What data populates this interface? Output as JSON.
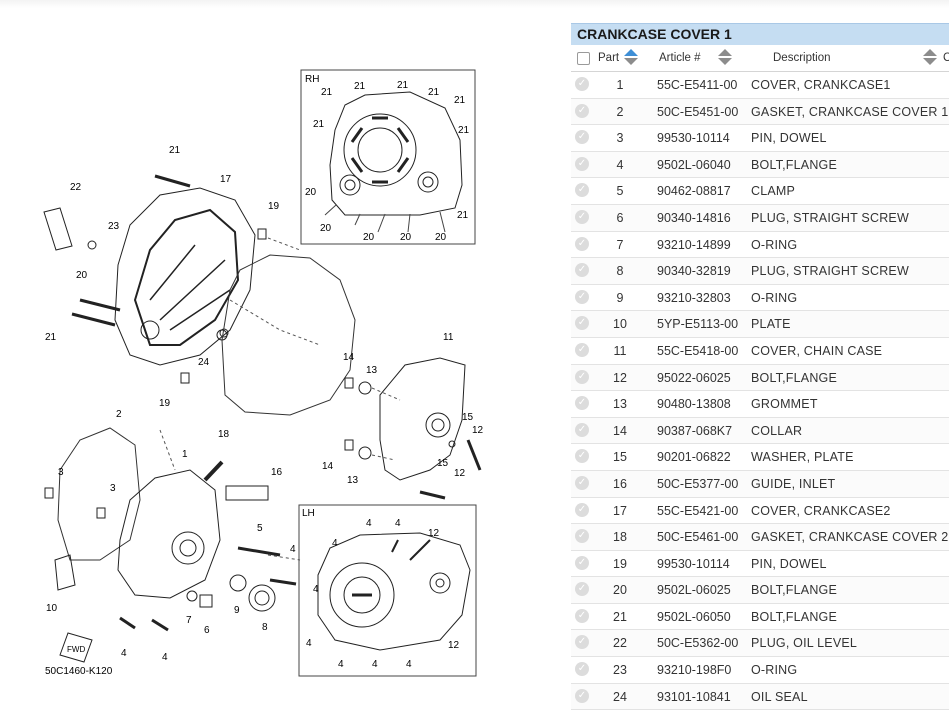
{
  "diagram": {
    "code": "50C1460-K120",
    "rh_label": "RH",
    "lh_label": "LH",
    "fwd_label": "FWD",
    "callouts": {
      "c1": "1",
      "c2": "2",
      "c3a": "3",
      "c3b": "3",
      "c4a": "4",
      "c4b": "4",
      "c4c": "4",
      "c5": "5",
      "c6": "6",
      "c7": "7",
      "c8": "8",
      "c9": "9",
      "c10": "10",
      "c11": "11",
      "c12a": "12",
      "c12b": "12",
      "c13a": "13",
      "c13b": "13",
      "c14a": "14",
      "c14b": "14",
      "c15": "15",
      "c16": "16",
      "c17": "17",
      "c18": "18",
      "c19a": "19",
      "c19b": "19",
      "c20": "20",
      "c21a": "21",
      "c21b": "21",
      "c22": "22",
      "c23": "23",
      "c24": "24"
    },
    "rh_callouts": [
      "21",
      "21",
      "21",
      "21",
      "21",
      "21",
      "21",
      "20",
      "20",
      "20",
      "20",
      "20",
      "21"
    ],
    "lh_callouts": [
      "4",
      "4",
      "4",
      "12",
      "4",
      "4",
      "4",
      "4",
      "12"
    ]
  },
  "panel": {
    "title": "CRANKCASE COVER 1",
    "headers": {
      "part": "Part",
      "article": "Article #",
      "description": "Description",
      "last": "C"
    },
    "check_icon": "check-circle-icon",
    "rows": [
      {
        "part": "1",
        "article": "55C-E5411-00",
        "description": "COVER, CRANKCASE1"
      },
      {
        "part": "2",
        "article": "50C-E5451-00",
        "description": "GASKET, CRANKCASE COVER 1"
      },
      {
        "part": "3",
        "article": "99530-10114",
        "description": "PIN, DOWEL"
      },
      {
        "part": "4",
        "article": "9502L-06040",
        "description": "BOLT,FLANGE"
      },
      {
        "part": "5",
        "article": "90462-08817",
        "description": "CLAMP"
      },
      {
        "part": "6",
        "article": "90340-14816",
        "description": "PLUG, STRAIGHT SCREW"
      },
      {
        "part": "7",
        "article": "93210-14899",
        "description": "O-RING"
      },
      {
        "part": "8",
        "article": "90340-32819",
        "description": "PLUG, STRAIGHT SCREW"
      },
      {
        "part": "9",
        "article": "93210-32803",
        "description": "O-RING"
      },
      {
        "part": "10",
        "article": "5YP-E5113-00",
        "description": "PLATE"
      },
      {
        "part": "11",
        "article": "55C-E5418-00",
        "description": "COVER, CHAIN CASE"
      },
      {
        "part": "12",
        "article": "95022-06025",
        "description": "BOLT,FLANGE"
      },
      {
        "part": "13",
        "article": "90480-13808",
        "description": "GROMMET"
      },
      {
        "part": "14",
        "article": "90387-068K7",
        "description": "COLLAR"
      },
      {
        "part": "15",
        "article": "90201-06822",
        "description": "WASHER, PLATE"
      },
      {
        "part": "16",
        "article": "50C-E5377-00",
        "description": "GUIDE, INLET"
      },
      {
        "part": "17",
        "article": "55C-E5421-00",
        "description": "COVER, CRANKCASE2"
      },
      {
        "part": "18",
        "article": "50C-E5461-00",
        "description": "GASKET, CRANKCASE COVER 2"
      },
      {
        "part": "19",
        "article": "99530-10114",
        "description": "PIN, DOWEL"
      },
      {
        "part": "20",
        "article": "9502L-06025",
        "description": "BOLT,FLANGE"
      },
      {
        "part": "21",
        "article": "9502L-06050",
        "description": "BOLT,FLANGE"
      },
      {
        "part": "22",
        "article": "50C-E5362-00",
        "description": "PLUG, OIL LEVEL"
      },
      {
        "part": "23",
        "article": "93210-198F0",
        "description": "O-RING"
      },
      {
        "part": "24",
        "article": "93101-10841",
        "description": "OIL SEAL"
      }
    ]
  }
}
